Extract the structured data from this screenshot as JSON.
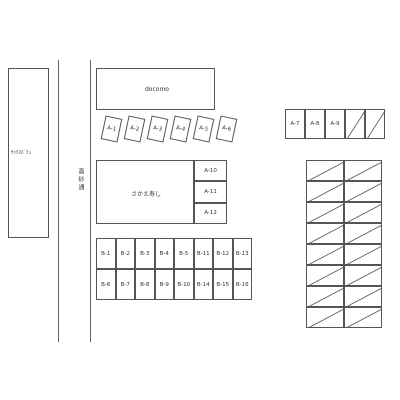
{
  "shops": {
    "convenience": "ｻｯｸｽﾊﾞﾘｭ",
    "docomo": "docomo",
    "sushi": "さかえ寿し"
  },
  "road_label": "高砂通",
  "a_slants": [
    "A-1",
    "A-2",
    "A-3",
    "A-4",
    "A-5",
    "A-6"
  ],
  "a_right": [
    "A-7",
    "A-8",
    "A-9"
  ],
  "a_sushi": [
    "A-10",
    "A-11",
    "A-12"
  ],
  "b_top": [
    "B-1",
    "B-2",
    "B-3",
    "B-4",
    "B-5",
    "B-11",
    "B-12",
    "B-13"
  ],
  "b_bottom": [
    "B-6",
    "B-7",
    "B-8",
    "B-9",
    "B-10",
    "B-14",
    "B-15",
    "B-16"
  ]
}
